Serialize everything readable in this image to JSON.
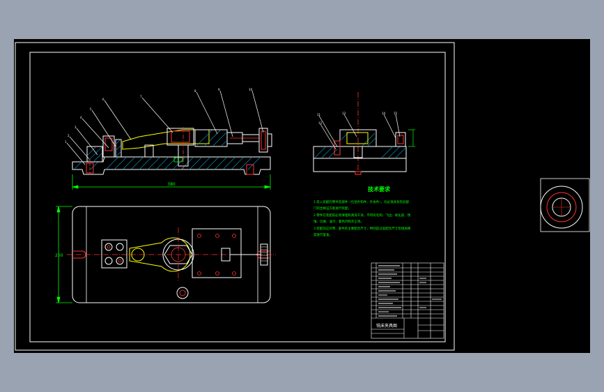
{
  "title_block": {
    "drawing_name": "铣床夹具图"
  },
  "tech_requirements": {
    "heading": "技术要求",
    "lines": [
      "1.装入装配的零件及部件（包括外购件、外协件），均必须具有检验部",
      "门的合格证方能进行装配。",
      "2.零件在装配前必须清理和清洗干净，不得有毛刺、飞边、氧化皮、锈",
      "蚀、切屑、油污、着色剂和灰尘等。",
      "3.装配前应对零、部件的主要配合尺寸，特别是过盈配合尺寸及相关精",
      "度进行复查。"
    ]
  },
  "dimensions": {
    "overall_length": "380",
    "overall_width": "250"
  },
  "colors": {
    "paper": "#000000",
    "frame": "#ffffff",
    "screen": "#9aa3b2",
    "outline": "#ffffff",
    "hidden": "#ff3333",
    "centerline": "#ff3333",
    "hatch": "#0099cc",
    "leader": "#ffffff",
    "dimension": "#00ff00",
    "part_highlight": "#ffff00",
    "tech_text": "#00ff00",
    "title_text": "#ffffff"
  }
}
